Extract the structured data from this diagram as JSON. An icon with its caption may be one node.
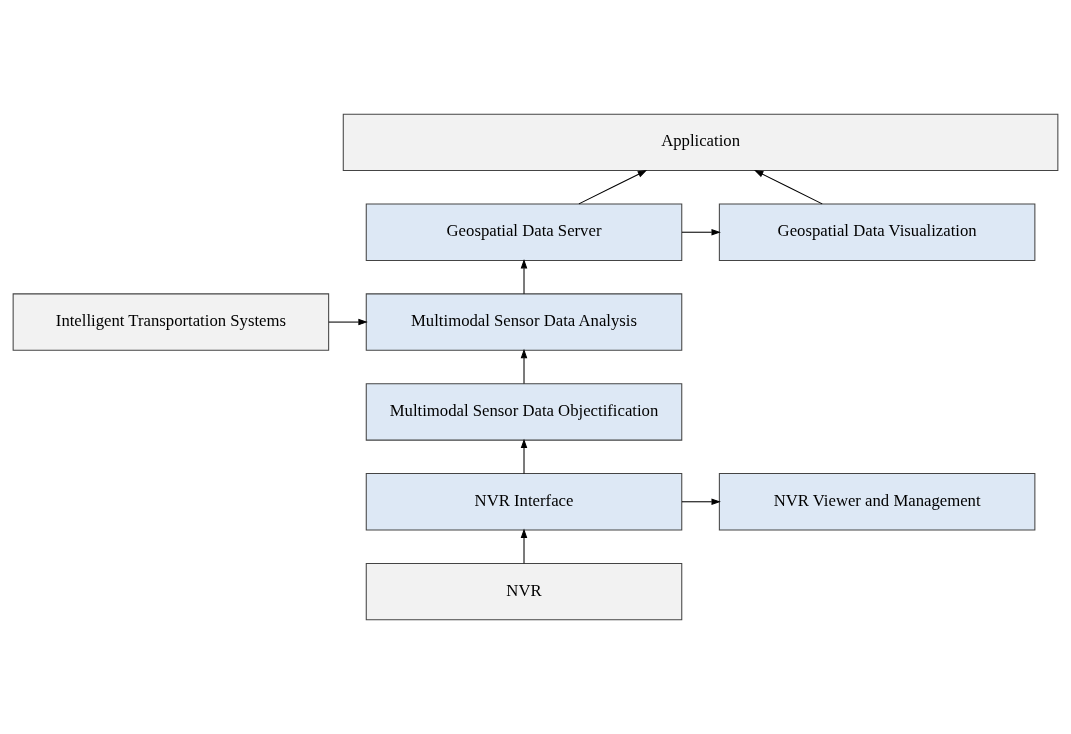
{
  "diagram": {
    "nodes": [
      {
        "text": [
          "Application"
        ]
      },
      {
        "text": [
          "Geospatial Data Server"
        ]
      },
      {
        "text": [
          "Geospatial Data Visualization"
        ]
      },
      {
        "text": [
          "Multimodal Sensor Data Analysis"
        ]
      },
      {
        "text": [
          "Intelligent Transportation Systems"
        ]
      },
      {
        "text": [
          "Multimodal Sensor Data Objectification"
        ]
      },
      {
        "text": [
          "NVR Interface"
        ]
      },
      {
        "text": [
          "NVR Viewer and Management"
        ]
      },
      {
        "text": [
          "NVR"
        ]
      }
    ],
    "edges": [
      {
        "from": 1,
        "to": 0,
        "arrow": "to"
      },
      {
        "from": 2,
        "to": 0,
        "arrow": "to"
      },
      {
        "from": 1,
        "to": 2,
        "arrow": "to"
      },
      {
        "from": 3,
        "to": 1,
        "arrow": "to"
      },
      {
        "from": 4,
        "to": 3,
        "arrow": "to"
      },
      {
        "from": 5,
        "to": 3,
        "arrow": "to"
      },
      {
        "from": 6,
        "to": 5,
        "arrow": "to"
      },
      {
        "from": 6,
        "to": 7,
        "arrow": "to"
      },
      {
        "from": 8,
        "to": 6,
        "arrow": "to"
      }
    ]
  }
}
